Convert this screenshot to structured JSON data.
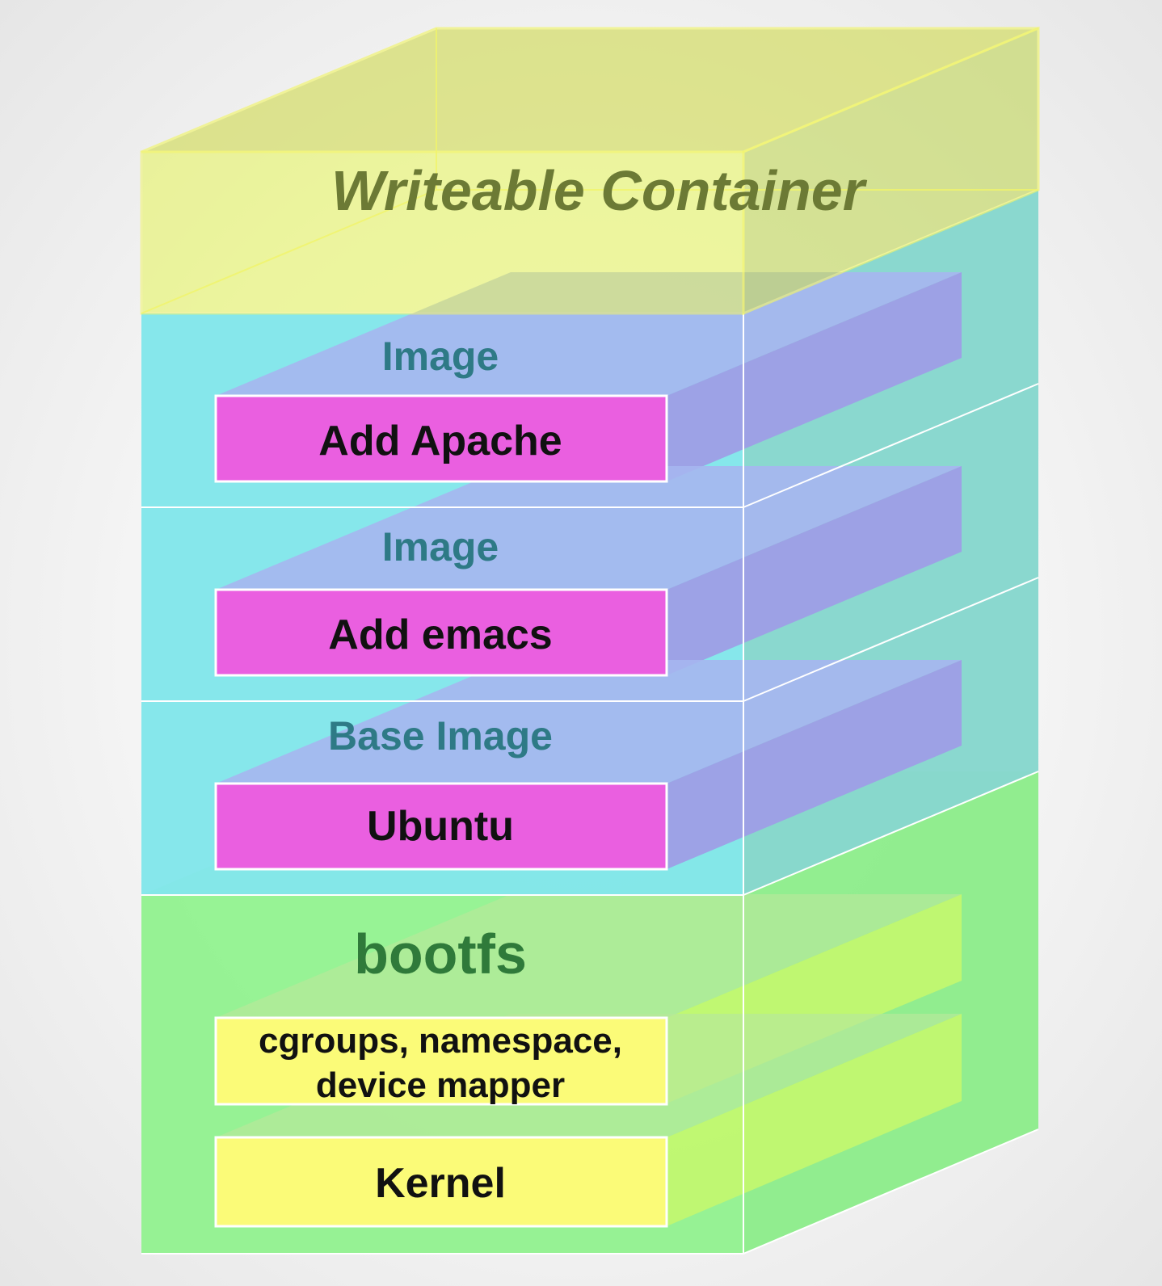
{
  "layers": {
    "writeable": {
      "label": "Writeable Container",
      "color": "#e8f55a"
    },
    "image_apache": {
      "label": "Image",
      "block": "Add Apache",
      "color": "#7fe6ee"
    },
    "image_emacs": {
      "label": "Image",
      "block": "Add emacs",
      "color": "#7fe6ee"
    },
    "base_image": {
      "label": "Base Image",
      "block": "Ubuntu",
      "color": "#7fe6ee"
    },
    "bootfs": {
      "label": "bootfs",
      "blocks": [
        "cgroups, namespace,",
        "device mapper",
        "Kernel"
      ],
      "color": "#8df28a"
    }
  },
  "colors": {
    "image_block": "#ea5fe0",
    "boot_block": "#fbfb78",
    "image_label": "#2e7a86",
    "boot_label": "#2f7a3a",
    "writeable_label": "#6c7a35"
  }
}
